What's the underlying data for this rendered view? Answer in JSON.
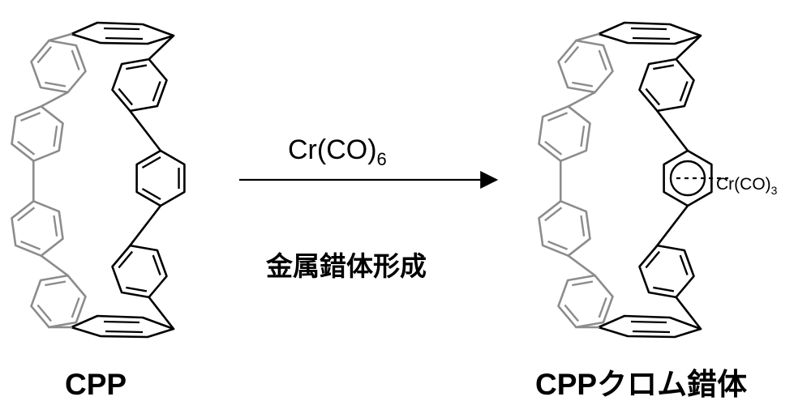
{
  "diagram": {
    "reactant_label": "CPP",
    "reagent_main": "Cr(CO)",
    "reagent_subscript": "6",
    "process_label": "金属錯体形成",
    "product_label": "CPPクロム錯体",
    "complex_group_main": "Cr(CO)",
    "complex_group_subscript": "3",
    "colors": {
      "back_rings": "#8c8c8c",
      "front_rings": "#000000",
      "arrow": "#000000"
    }
  }
}
